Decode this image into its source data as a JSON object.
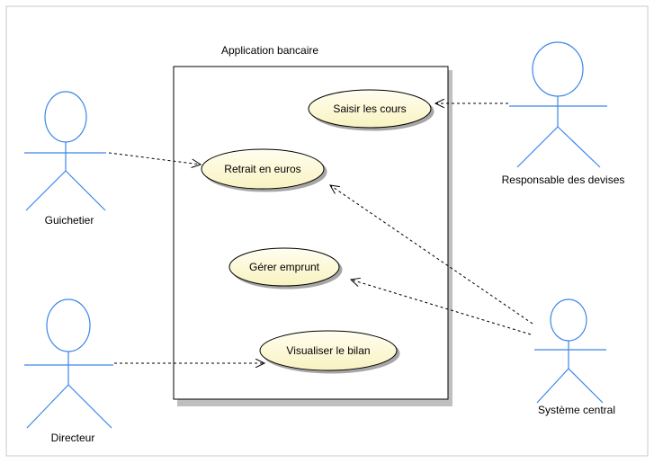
{
  "diagram": {
    "type": "use-case",
    "system": {
      "title": "Application bancaire"
    },
    "use_cases": [
      {
        "id": "saisir",
        "label": "Saisir les cours"
      },
      {
        "id": "retrait",
        "label": "Retrait en euros"
      },
      {
        "id": "emprunt",
        "label": "Gérer emprunt"
      },
      {
        "id": "bilan",
        "label": "Visualiser le bilan"
      }
    ],
    "actors": [
      {
        "id": "guichetier",
        "label": "Guichetier"
      },
      {
        "id": "directeur",
        "label": "Directeur"
      },
      {
        "id": "responsable",
        "label": "Responsable des devises"
      },
      {
        "id": "systeme",
        "label": "Système central"
      }
    ],
    "associations": [
      {
        "from": "guichetier",
        "to": "retrait"
      },
      {
        "from": "directeur",
        "to": "bilan"
      },
      {
        "from": "responsable",
        "to": "saisir"
      },
      {
        "from": "systeme",
        "to": "retrait"
      },
      {
        "from": "systeme",
        "to": "emprunt"
      }
    ],
    "colors": {
      "actor_stroke": "#3b86e8",
      "usecase_fill": "#fffbd0",
      "usecase_stroke": "#000000",
      "line": "#000000",
      "frame_border": "#c8c8c8"
    }
  }
}
